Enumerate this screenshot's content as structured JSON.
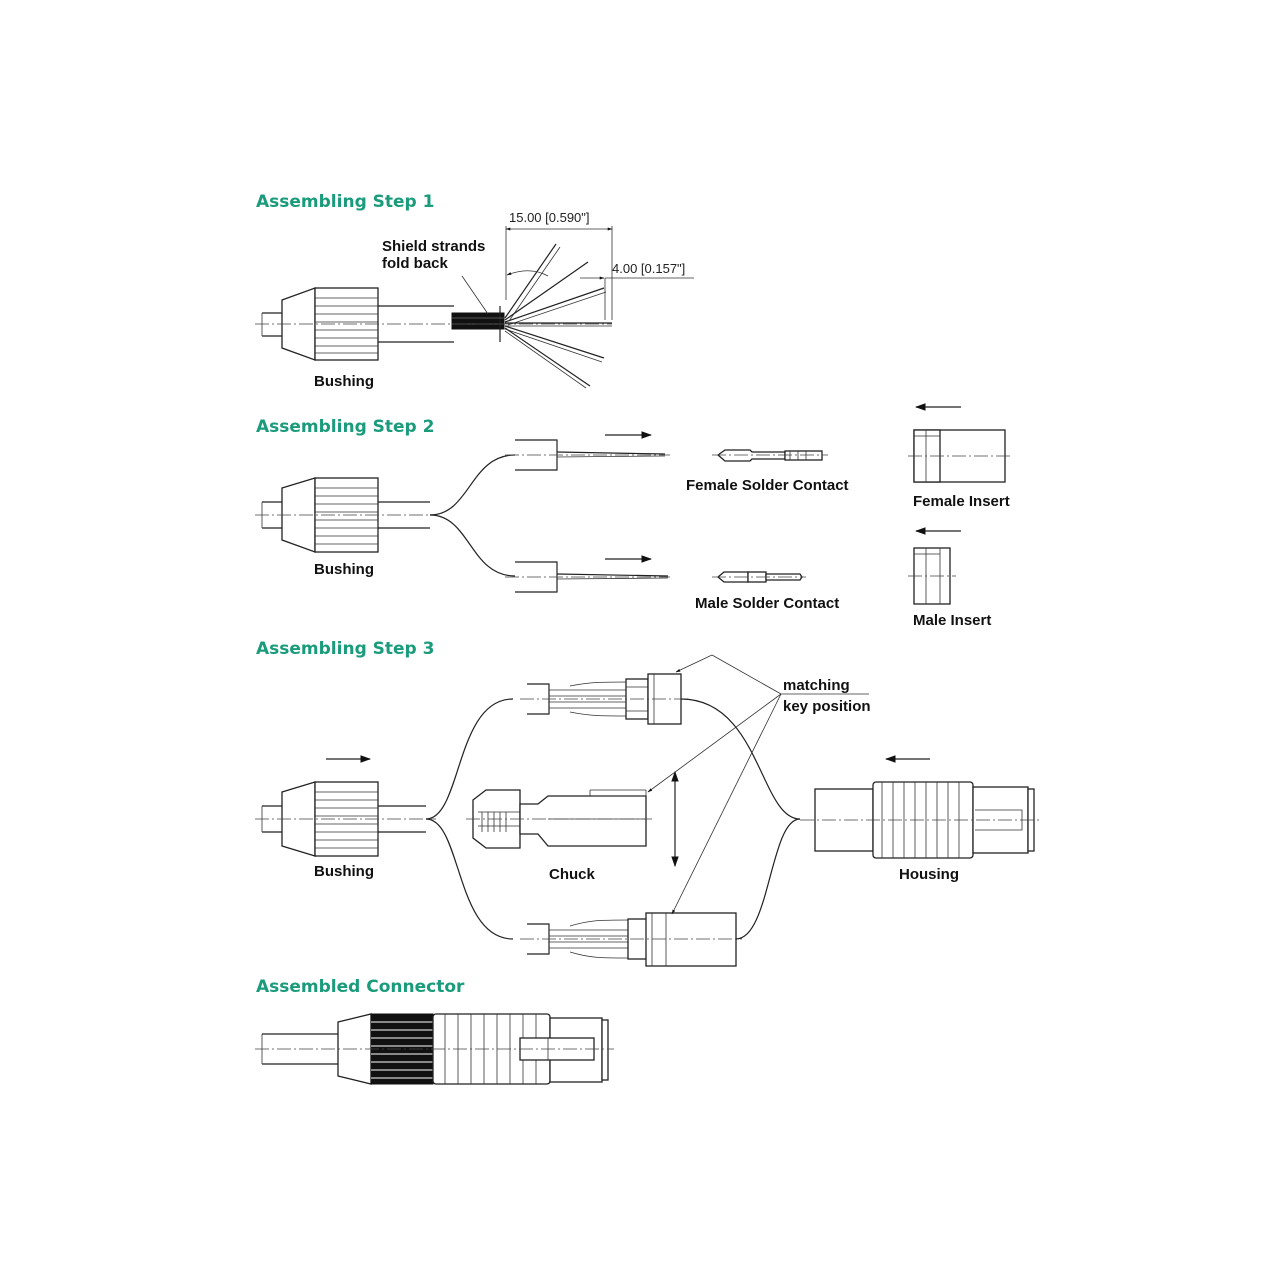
{
  "colors": {
    "heading": "#1a9b7b",
    "ink": "#222222"
  },
  "steps": {
    "step1": {
      "title": "Assembling Step 1",
      "shield_label_line1": "Shield strands",
      "shield_label_line2": "fold back",
      "dim_long": "15.00 [0.590\"]",
      "dim_short": "4.00 [0.157\"]",
      "bushing": "Bushing"
    },
    "step2": {
      "title": "Assembling Step 2",
      "bushing": "Bushing",
      "female_contact": "Female Solder Contact",
      "male_contact": "Male Solder Contact",
      "female_insert": "Female Insert",
      "male_insert": "Male Insert"
    },
    "step3": {
      "title": "Assembling Step 3",
      "matching_line1": "matching",
      "matching_line2": "key position",
      "bushing": "Bushing",
      "chuck": "Chuck",
      "housing": "Housing"
    },
    "assembled": {
      "title": "Assembled Connector"
    }
  }
}
